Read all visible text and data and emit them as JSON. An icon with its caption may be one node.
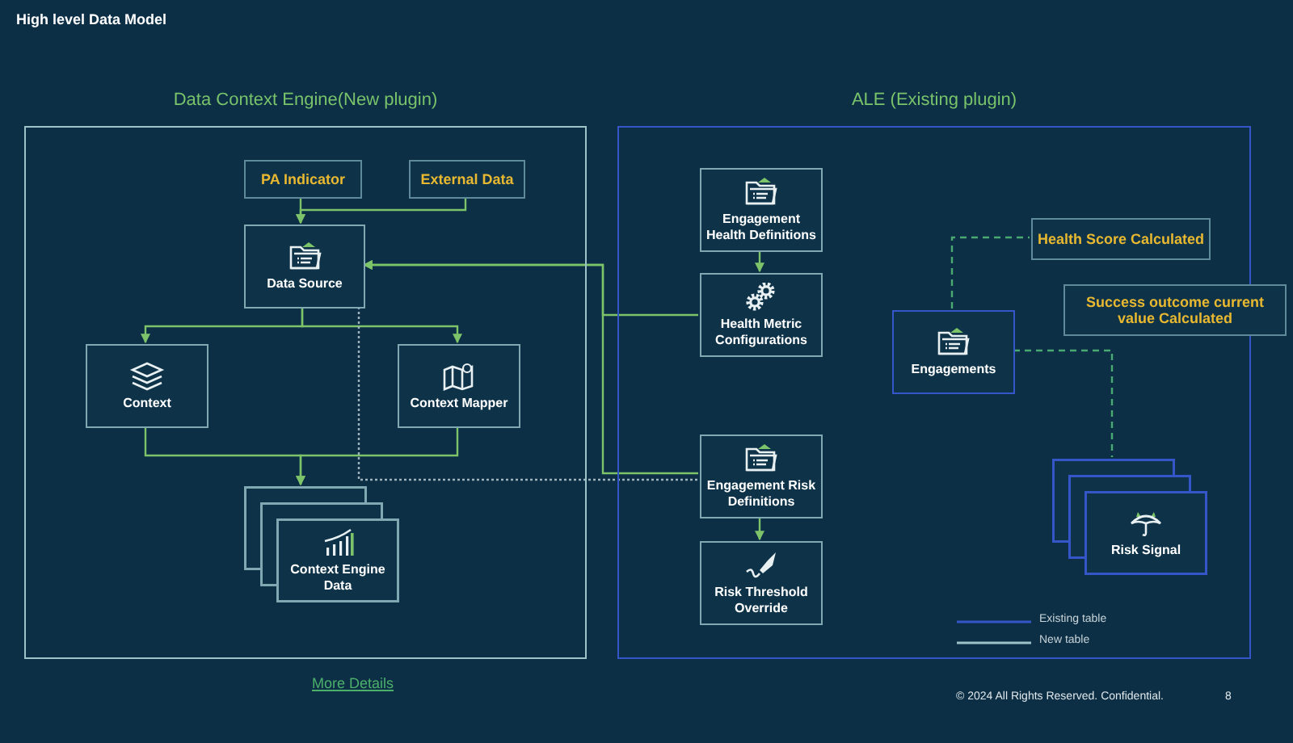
{
  "diagram": {
    "title": "High level Data Model",
    "nodes": [
      {
        "text": [
          "Data Context Engine(New plugin)"
        ]
      },
      {
        "text": [
          "PA Indicator"
        ],
        "in": 0
      },
      {
        "text": [
          "External Data"
        ],
        "in": 0
      },
      {
        "text": [
          "Data Source"
        ],
        "in": 0
      },
      {
        "text": [
          "Context"
        ],
        "in": 0
      },
      {
        "text": [
          "Context Mapper"
        ],
        "in": 0
      },
      {
        "text": [
          "Context Engine Data"
        ],
        "in": 0
      },
      {
        "text": [
          "ALE (Existing plugin)"
        ]
      },
      {
        "text": [
          "Engagement Health Definitions"
        ],
        "in": 7
      },
      {
        "text": [
          "Health Metric Configurations"
        ],
        "in": 7
      },
      {
        "text": [
          "Engagement Risk Definitions"
        ],
        "in": 7
      },
      {
        "text": [
          "Risk Threshold Override"
        ],
        "in": 7
      },
      {
        "text": [
          "Engagements"
        ],
        "in": 7
      },
      {
        "text": [
          "Health Score Calculated"
        ],
        "in": 7
      },
      {
        "text": [
          "Success outcome current value Calculated"
        ]
      },
      {
        "text": [
          "Risk Signal"
        ],
        "in": 7
      }
    ],
    "edges": [
      {
        "from": 1,
        "to": 3,
        "arrow": "to"
      },
      {
        "from": 2,
        "to": 3,
        "arrow": "to"
      },
      {
        "from": 3,
        "to": 4,
        "arrow": "to"
      },
      {
        "from": 3,
        "to": 5,
        "arrow": "to"
      },
      {
        "from": 4,
        "to": 6,
        "arrow": "to"
      },
      {
        "from": 5,
        "to": 6,
        "arrow": "to"
      },
      {
        "from": 9,
        "to": 3,
        "arrow": "to"
      },
      {
        "from": 10,
        "to": 3,
        "arrow": "to"
      },
      {
        "from": 8,
        "to": 9,
        "arrow": "to"
      },
      {
        "from": 10,
        "to": 11,
        "arrow": "to"
      },
      {
        "from": 12,
        "to": 13,
        "arrow": "none",
        "style": "dashed",
        "color": "#4aa872"
      },
      {
        "from": 12,
        "to": 15,
        "arrow": "none",
        "style": "dashed",
        "color": "#4aa872"
      },
      {
        "from": 3,
        "to": 10,
        "arrow": "none",
        "style": "dashed",
        "color": "#9fb3bd"
      }
    ],
    "labels": [
      "More Details",
      "© 2024 All Rights Reserved. Confidential.",
      "8"
    ],
    "legend": [
      {
        "text": "Existing table"
      },
      {
        "text": "New table"
      }
    ]
  }
}
